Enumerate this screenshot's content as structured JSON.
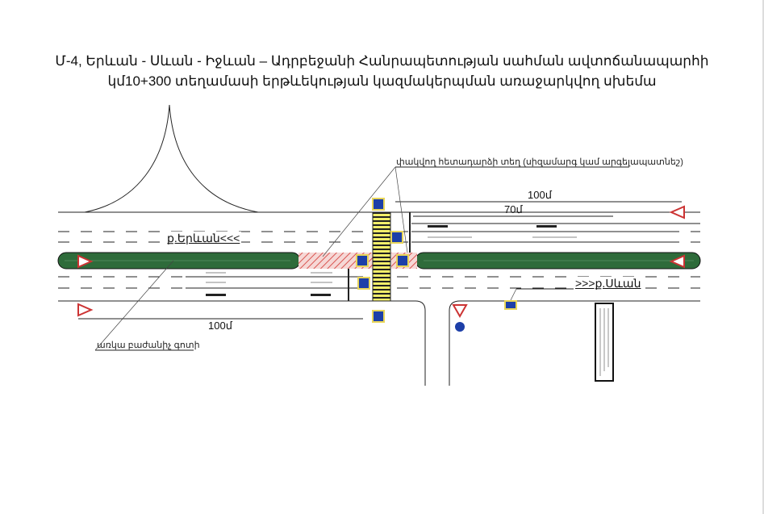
{
  "title": {
    "line1": "Մ-4, Երևան - Սևան - Իջևան – Ադրբեջանի Հանրապետության սահման ավտոճանապարհի",
    "line2": "կմ10+300 տեղամասի երթևեկության կազմակերպման առաջարկվող սխեմա"
  },
  "annotations": {
    "closed_crossing": "փակվող հետադարձի տեղ (սիզամարգ կամ արգելապատնեշ)",
    "divider_strip": "առկա բաժանիչ գոտի"
  },
  "dimensions": {
    "top_100": "100մ",
    "top_70": "70մ",
    "bottom_100": "100մ"
  },
  "directions": {
    "to_yerevan": "ք.Երևան<<<",
    "to_sevan": ">>>ք.Սևան"
  },
  "colors": {
    "median": "#2e6b3a",
    "crosswalk": "#f2ee6a",
    "hatch": "#d9534f",
    "sign_blue": "#1d3fa8"
  }
}
